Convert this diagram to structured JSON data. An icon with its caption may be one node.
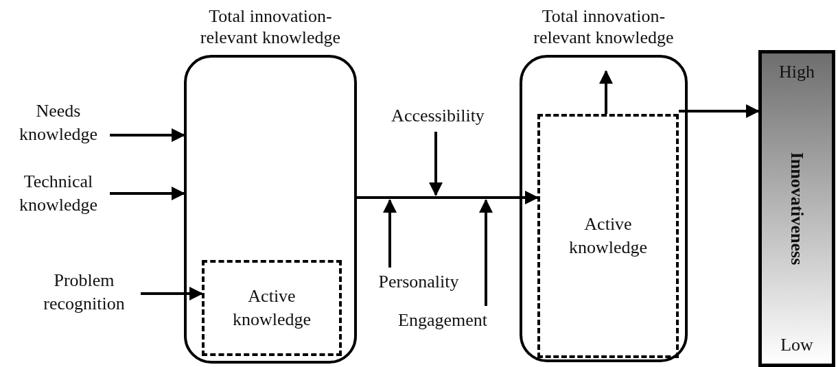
{
  "diagram": {
    "nodes": [
      {
        "text": [
          "Total innovation-relevant knowledge"
        ]
      },
      {
        "text": [
          "Active knowledge"
        ],
        "in": 0
      },
      {
        "text": [
          "Total innovation-relevant knowledge"
        ]
      },
      {
        "text": [
          "Active knowledge"
        ],
        "in": 2
      },
      {
        "text": [
          "High",
          "Innovativeness",
          "Low"
        ]
      },
      {
        "text": [
          "Needs knowledge"
        ]
      },
      {
        "text": [
          "Technical knowledge"
        ]
      },
      {
        "text": [
          "Problem recognition"
        ]
      },
      {
        "text": [
          "Accessibility"
        ]
      },
      {
        "text": [
          "Personality"
        ]
      },
      {
        "text": [
          "Engagement"
        ]
      }
    ],
    "edges": [
      {
        "from": 5,
        "to": 0,
        "arrow": "to"
      },
      {
        "from": 6,
        "to": 0,
        "arrow": "to"
      },
      {
        "from": 7,
        "to": 1,
        "arrow": "to"
      },
      {
        "from": 0,
        "to": 3,
        "arrow": "to"
      },
      {
        "from": 8,
        "to": null,
        "arrow": "to"
      },
      {
        "from": 9,
        "to": null,
        "arrow": "to"
      },
      {
        "from": 10,
        "to": null,
        "arrow": "to"
      },
      {
        "from": 3,
        "to": null,
        "arrow": "to"
      },
      {
        "from": 3,
        "to": 4,
        "arrow": "to"
      }
    ]
  }
}
